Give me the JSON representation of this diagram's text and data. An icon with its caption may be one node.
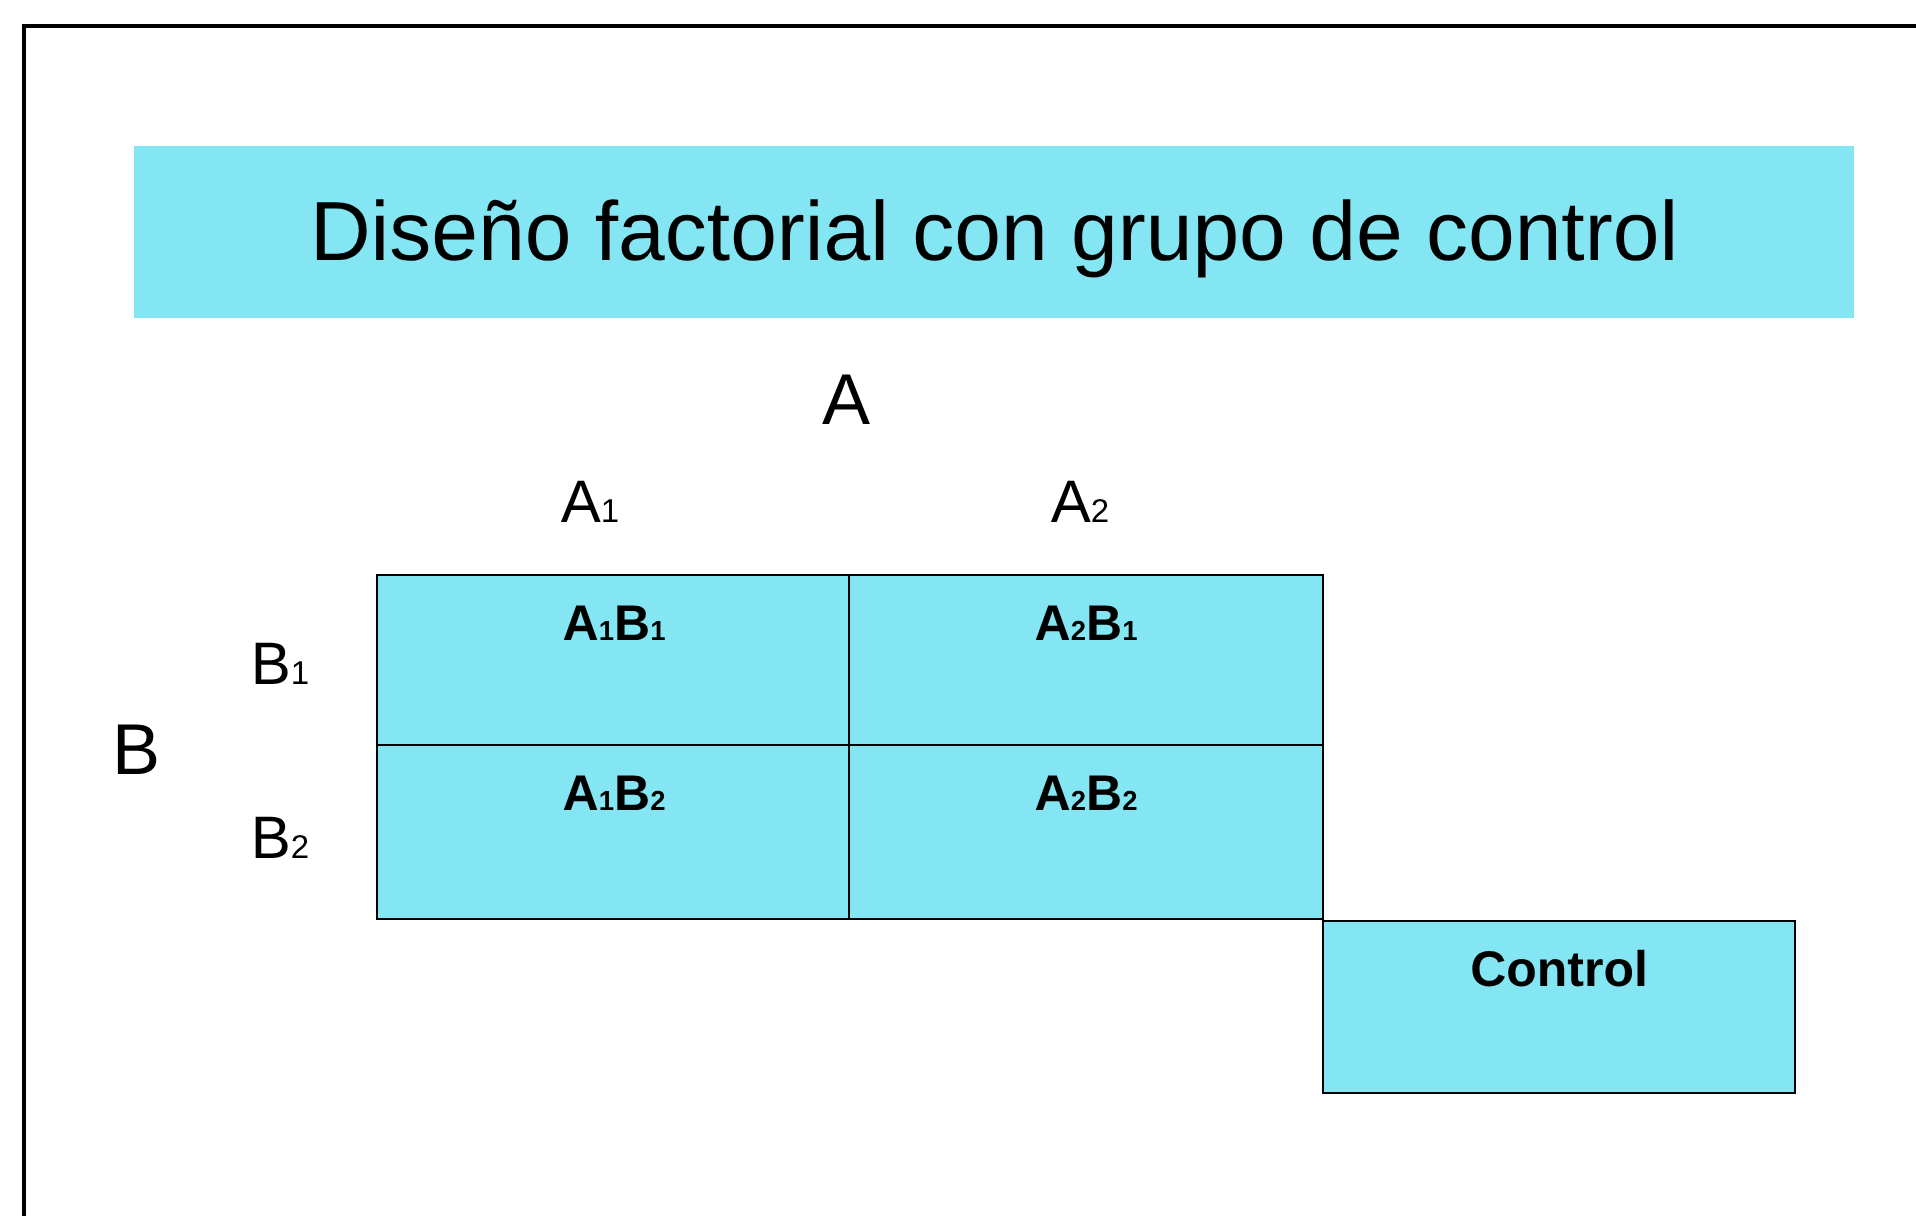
{
  "diagram": {
    "title": "Diseño factorial con grupo de control",
    "nodes": [
      {
        "text": [
          "A$_{1}$B$_{1}$"
        ]
      },
      {
        "text": [
          "A$_{2}$B$_{1}$"
        ]
      },
      {
        "text": [
          "A$_{1}$B$_{2}$"
        ]
      },
      {
        "text": [
          "A$_{2}$B$_{2}$"
        ]
      },
      {
        "text": [
          "Control"
        ]
      }
    ],
    "edges": [],
    "labels": [
      "A",
      "A$_{1}$",
      "A$_{2}$",
      "B$_{1}$",
      "B",
      "B$_{2}$"
    ]
  }
}
